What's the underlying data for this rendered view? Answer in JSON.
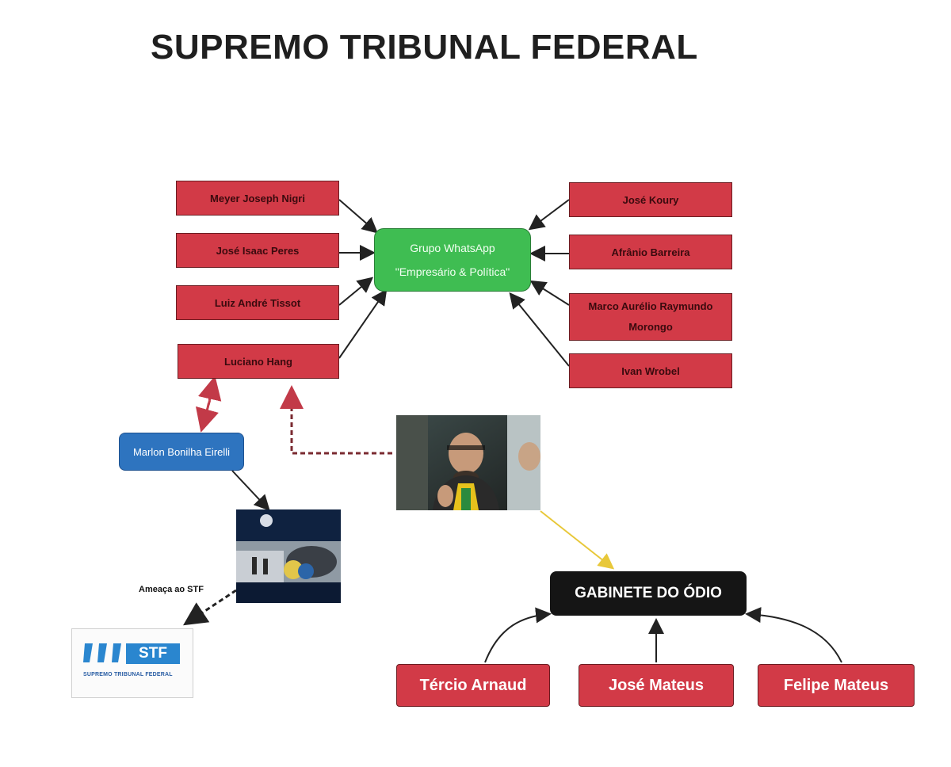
{
  "title": "SUPREMO TRIBUNAL FEDERAL",
  "left_nodes": [
    "Meyer Joseph Nigri",
    "José Isaac Peres",
    "Luiz André Tissot",
    "Luciano Hang"
  ],
  "right_nodes": [
    "José Koury",
    "Afrânio Barreira",
    "Marco Aurélio Raymundo Morongo",
    "Ivan Wrobel"
  ],
  "center": {
    "line1": "Grupo WhatsApp",
    "line2": "\"Empresário & Política\""
  },
  "blue_node": "Marlon Bonilha Eirelli",
  "threat_label": "Ameaça ao STF",
  "stf_logo": {
    "abbr": "STF",
    "name": "SUPREMO TRIBUNAL FEDERAL"
  },
  "gabinete": "GABINETE DO ÓDIO",
  "bottom_nodes": [
    "Tércio Arnaud",
    "José Mateus",
    "Felipe Mateus"
  ],
  "colors": {
    "red_box": "#d23a47",
    "green_box": "#3fbd52",
    "blue_box": "#2e74bf",
    "black_box": "#151515",
    "dashed_red": "#b23a48",
    "dashed_dark": "#7a2a30",
    "yellow_arrow": "#f0d44a"
  }
}
